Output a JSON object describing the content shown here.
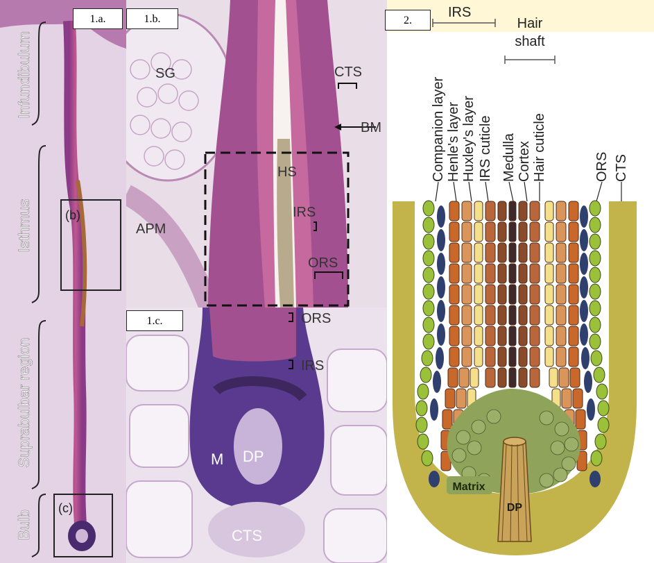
{
  "panel_labels": {
    "a": "1.a.",
    "b": "1.b.",
    "c": "1.c.",
    "d": "2."
  },
  "panel_a": {
    "regions": [
      "Infundibulum",
      "Isthmus",
      "Suprabulbar region",
      "Bulb"
    ],
    "inset_b": "(b)",
    "inset_c": "(c)"
  },
  "panel_b": {
    "sg": "SG",
    "cts": "CTS",
    "bm": "BM",
    "hs": "HS",
    "apm": "APM",
    "irs": "IRS",
    "ors": "ORS"
  },
  "panel_c": {
    "ors": "ORS",
    "irs": "IRS",
    "m": "M",
    "dp": "DP",
    "cts": "CTS"
  },
  "panel_d": {
    "irs_scale": "IRS",
    "hair_shaft_line1": "Hair",
    "hair_shaft_line2": "shaft",
    "layers": [
      "Companion layer",
      "Henle's layer",
      "Huxley's layer",
      "IRS cuticle",
      "Medulla",
      "Cortex",
      "Hair cuticle"
    ],
    "ors": "ORS",
    "cts": "CTS",
    "matrix": "Matrix",
    "dp": "DP"
  },
  "colors": {
    "he_pink": "#c98fb8",
    "he_purple": "#7a3a86",
    "he_dark": "#3e2a6e",
    "cts_olive": "#c2b44a",
    "ors_green": "#9bc13a",
    "companion_blue": "#2f3f6e",
    "henle_orange": "#c9682b",
    "huxley_tan": "#d9955a",
    "irs_cuticle_yellow": "#f4e08a",
    "medulla_brown": "#8a4b2a",
    "cortex_brown": "#b8663a",
    "matrix_green": "#8fa35a",
    "dp_tan": "#c9a35a"
  }
}
